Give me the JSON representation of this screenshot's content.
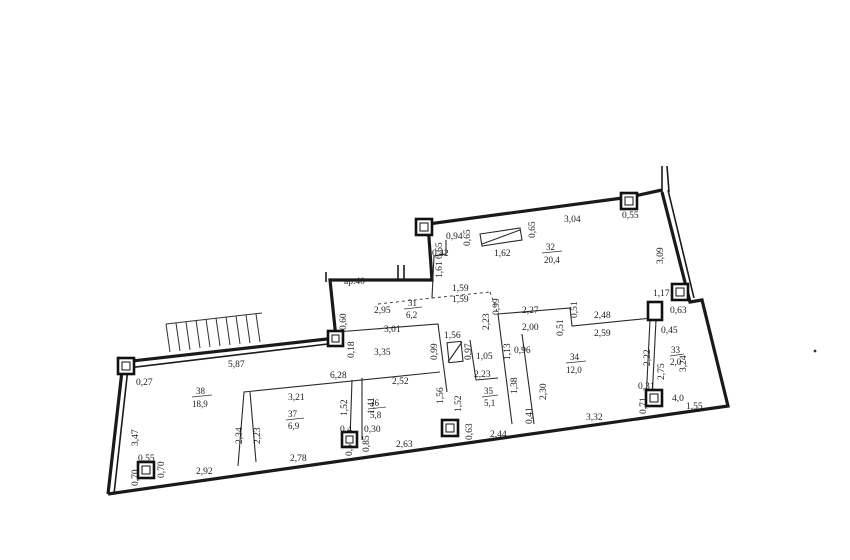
{
  "plan": {
    "label_ar": "ар.40",
    "rooms": [
      {
        "id": "r31",
        "number": "31",
        "area": "6,2"
      },
      {
        "id": "r32",
        "number": "32",
        "area": "20,4"
      },
      {
        "id": "r33",
        "number": "33",
        "area": "2,0"
      },
      {
        "id": "r34",
        "number": "34",
        "area": "12,0"
      },
      {
        "id": "r35",
        "number": "35",
        "area": "5,1"
      },
      {
        "id": "r36",
        "number": "36",
        "area": "5,8"
      },
      {
        "id": "r37",
        "number": "37",
        "area": "6,9"
      },
      {
        "id": "r38",
        "number": "38",
        "area": "18,9"
      }
    ],
    "dimensions": [
      "3,04",
      "0,55",
      "0,94",
      "0,65",
      "0,65",
      "1,62",
      "0,65",
      "0,42",
      "1,61",
      "3,09",
      "1,59",
      "1,59",
      "2,95",
      "0,99",
      "2,27",
      "0,51",
      "2,23",
      "2,00",
      "0,51",
      "2,48",
      "2,59",
      "1,17",
      "0,63",
      "0,45",
      "2,22",
      "2,75",
      "3,24",
      "0,60",
      "3,01",
      "1,56",
      "0,18",
      "3,35",
      "0,99",
      "0,97",
      "1,05",
      "1,13",
      "0,96",
      "5,87",
      "6,28",
      "2,52",
      "2,23",
      "1,38",
      "2,30",
      "0,27",
      "3,21",
      "1,52",
      "1,41",
      "1,56",
      "1,52",
      "0,31",
      "0,71",
      "4,0",
      "1,55",
      "3,32",
      "3,47",
      "2,34",
      "2,23",
      "0,4",
      "0,30",
      "0,85",
      "0,5",
      "0,63",
      "2,44",
      "0,41",
      "2,63",
      "2,78",
      "0,55",
      "0,70",
      "0,70",
      "2,92"
    ]
  }
}
